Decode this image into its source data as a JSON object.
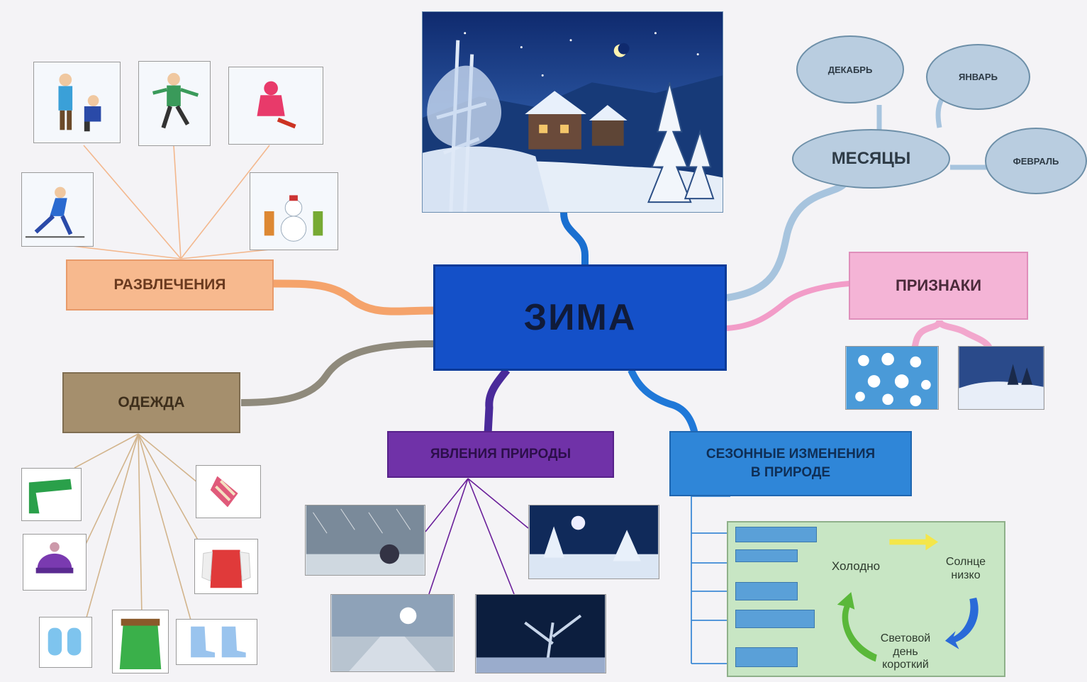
{
  "center": {
    "label": "ЗИМА"
  },
  "branches": {
    "entertainment": "РАЗВЛЕЧЕНИЯ",
    "clothing": "ОДЕЖДА",
    "phenomena": "ЯВЛЕНИЯ ПРИРОДЫ",
    "seasonal": {
      "line1": "СЕЗОННЫЕ ИЗМЕНЕНИЯ",
      "line2": "В ПРИРОДЕ"
    },
    "signs": "ПРИЗНАКИ",
    "months": "МЕСЯЦЫ"
  },
  "months": [
    "ДЕКАБРЬ",
    "ЯНВАРЬ",
    "ФЕВРАЛЬ"
  ],
  "cycle": {
    "cold": "Холодно",
    "sun_line1": "Солнце",
    "sun_line2": "низко",
    "day_line1": "Световой",
    "day_line2": "день",
    "day_line3": "короткий"
  },
  "colors": {
    "center": "#1450c8",
    "entertainment": "#f7b98e",
    "clothing": "#a58f6d",
    "phenomena": "#7032a8",
    "seasonal": "#2f86d8",
    "signs": "#f4b4d6",
    "months": "#b9cde0"
  }
}
